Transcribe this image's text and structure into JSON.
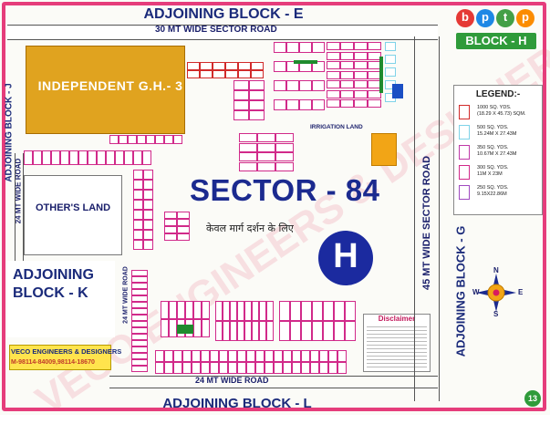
{
  "top_adjoining": "ADJOINING BLOCK - E",
  "top_road": "30 MT WIDE SECTOR ROAD",
  "left_adjoining": "ADJOINING BLOCK - J",
  "left_road": "24 MT WIDE ROAD",
  "left_road_lower": "24 MT WIDE ROAD",
  "bottom_road": "24 MT WIDE ROAD",
  "bottom_adjoining": "ADJOINING BLOCK - L",
  "right_road": "45 MT WIDE SECTOR ROAD",
  "right_adjoining": "ADJOINING BLOCK - G",
  "independent_gh": "INDEPENDENT G.H.- 3",
  "others_land": "OTHER'S LAND",
  "adjoining_k": "ADJOINING\nBLOCK - K",
  "sector_title": "SECTOR - 84",
  "hindi_note": "केवल मार्ग दर्शन के लिए",
  "block_marker": "H",
  "irrigation_land": "IRRIGATION LAND",
  "bptp_letters": [
    "b",
    "p",
    "t",
    "p"
  ],
  "block_label": "BLOCK - H",
  "legend": {
    "title": "LEGEND:-",
    "items": [
      {
        "text": "1000 SQ. YDS.\n(18.29 X 45.73) SQM.",
        "color": "#d12a2a"
      },
      {
        "text": "500 SQ. YDS.\n15.24M X 27.43M",
        "color": "#7fd3e8"
      },
      {
        "text": "350 SQ. YDS.\n10.67M X 27.43M",
        "color": "#c03aa8"
      },
      {
        "text": "300 SQ. YDS.\n11M X 23M",
        "color": "#d12a8a"
      },
      {
        "text": "250 SQ. YDS.\n9.15X22.86M",
        "color": "#a04ac0"
      }
    ]
  },
  "compass": {
    "n": "N",
    "s": "S",
    "e": "E",
    "w": "W"
  },
  "disclaimer_title": "Disclaimer",
  "veco_name": "VECO ENGINEERS & DESIGNERS",
  "veco_phone": "M-98114-84009,98114-18670",
  "watermark": "VECO ENGINEERS & DESIGNER",
  "page_number": "13",
  "colors": {
    "border": "#d81b60",
    "road_text": "#1a1f6b",
    "gh_fill": "#e0a31f",
    "title_blue": "#1b2a8f",
    "green": "#1f8b2e",
    "orange": "#f2a516"
  }
}
